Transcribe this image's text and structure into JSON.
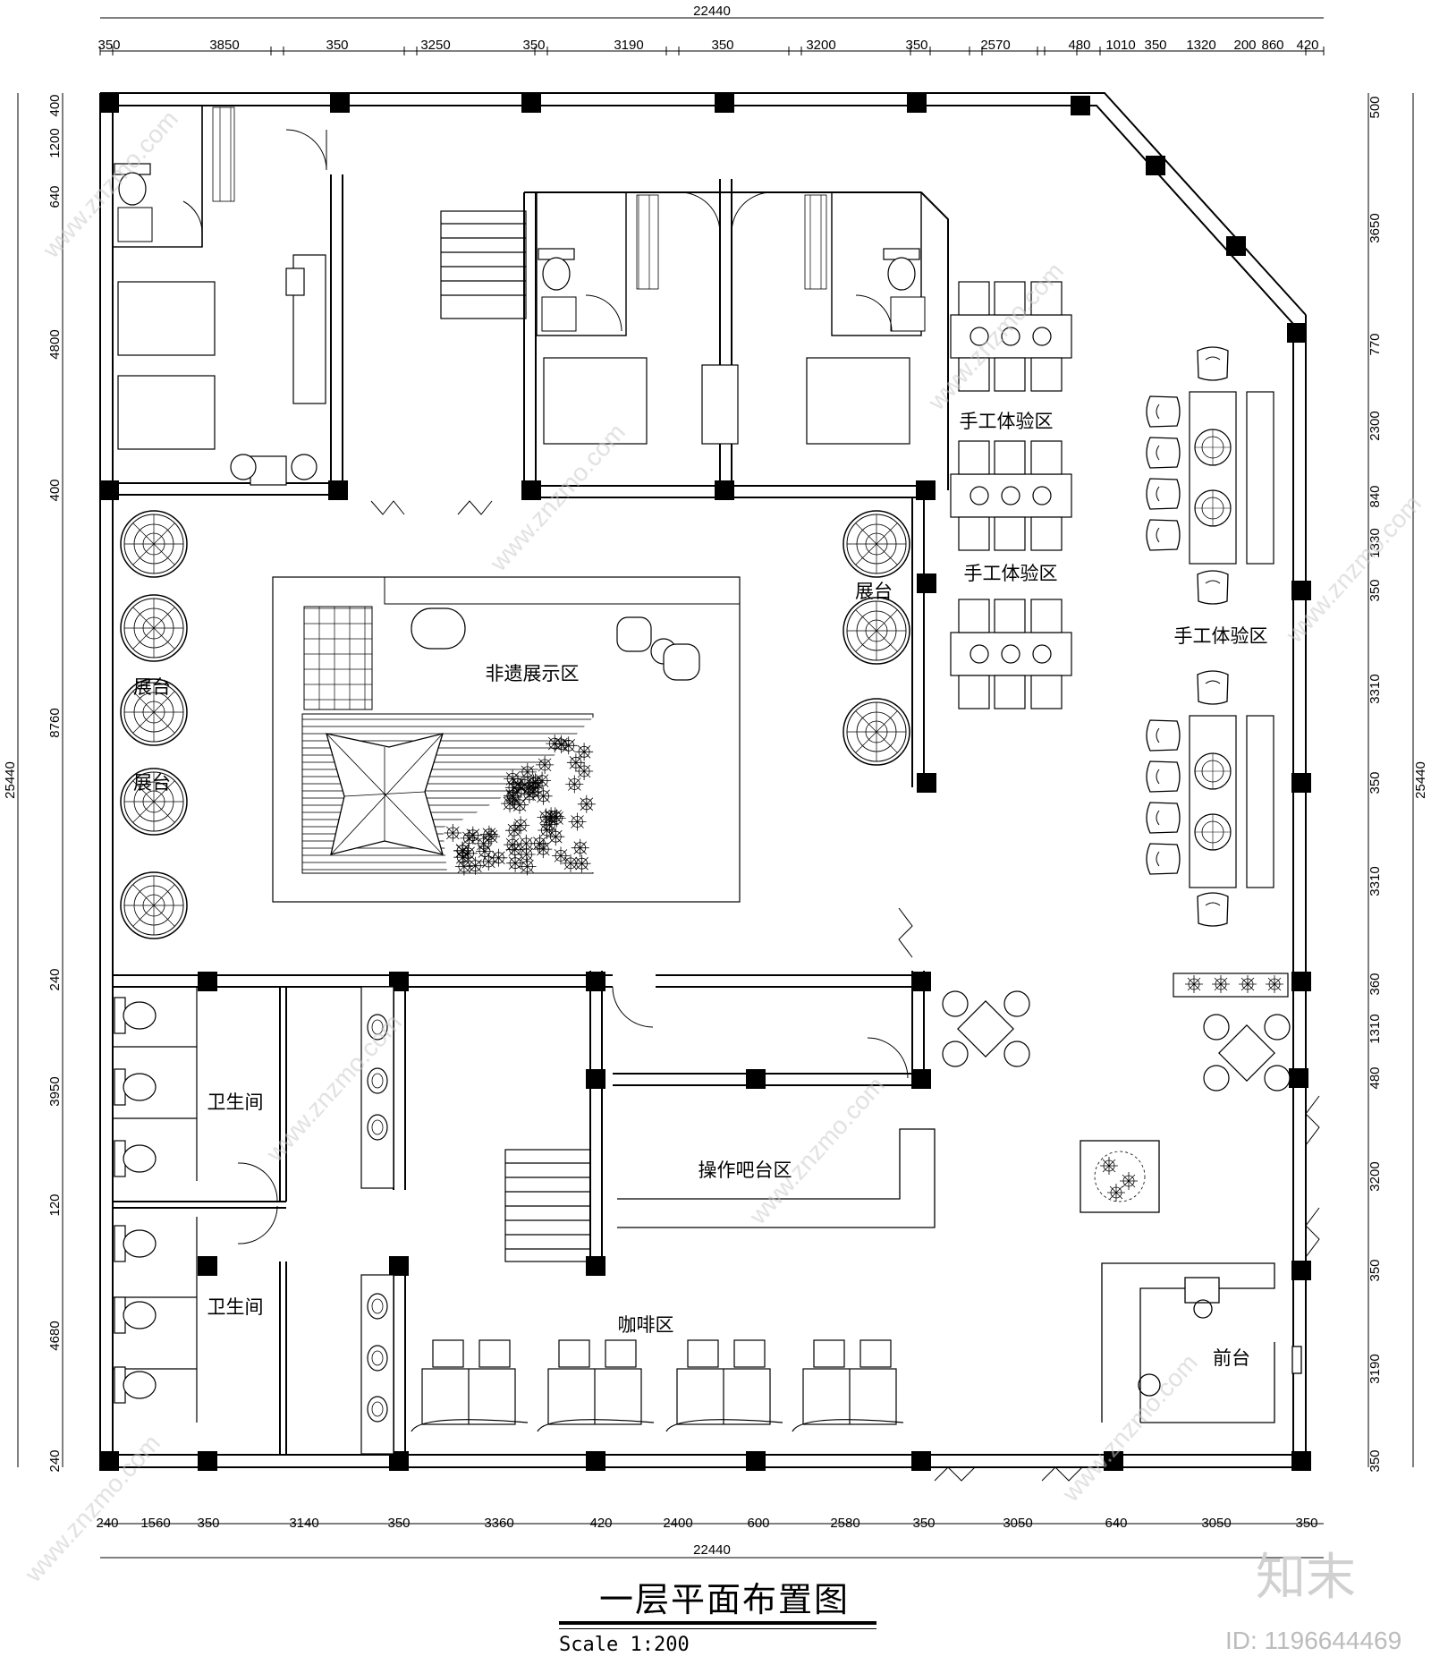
{
  "overall": {
    "width": "22440",
    "height": "25440"
  },
  "dims_top": [
    "350",
    "3850",
    "350",
    "3250",
    "350",
    "3190",
    "350",
    "3200",
    "350",
    "2570",
    "480",
    "1010",
    "350",
    "1320",
    "200",
    "860",
    "420"
  ],
  "dims_bottom": [
    "240",
    "1560",
    "350",
    "3140",
    "350",
    "3360",
    "420",
    "2400",
    "600",
    "2580",
    "350",
    "3050",
    "640",
    "3050",
    "350"
  ],
  "dims_left": [
    "400",
    "1200",
    "640",
    "4800",
    "400",
    "8760",
    "240",
    "3950",
    "120",
    "4680",
    "240"
  ],
  "dims_right": [
    "500",
    "3650",
    "770",
    "2300",
    "840",
    "1330",
    "350",
    "3310",
    "350",
    "3310",
    "360",
    "1310",
    "480",
    "3200",
    "350",
    "3190",
    "350"
  ],
  "rooms": {
    "exhibit_area": "非遗展示区",
    "craft_1": "手工体验区",
    "craft_2": "手工体验区",
    "craft_3": "手工体验区",
    "booth_1": "展台",
    "booth_2": "展台",
    "booth_3": "展台",
    "toilet_1": "卫生间",
    "toilet_2": "卫生间",
    "bar_area": "操作吧台区",
    "cafe_area": "咖啡区",
    "front_desk": "前台"
  },
  "title": "一层平面布置图",
  "scale": "Scale 1:200",
  "watermark": "www.znzmo.com",
  "brand": "知末",
  "image_id": "ID: 1196644469"
}
